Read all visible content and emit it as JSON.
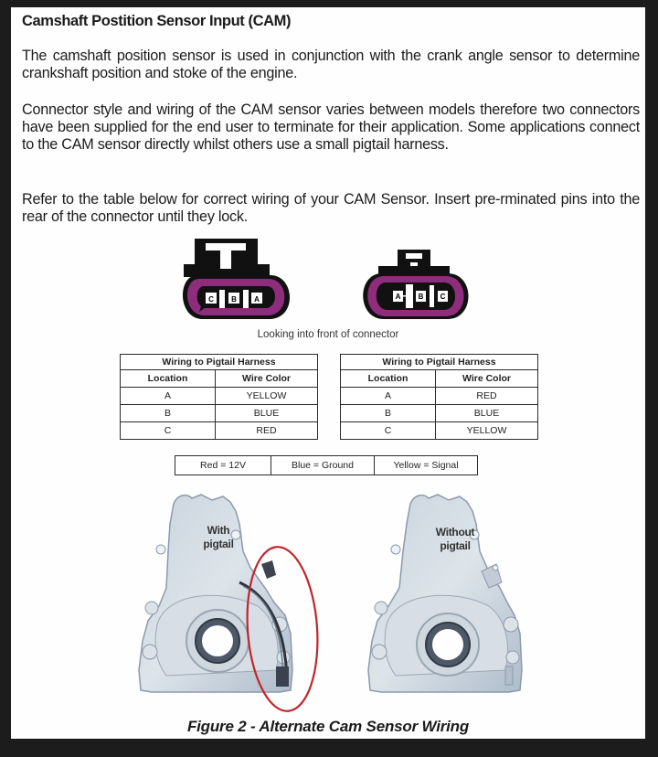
{
  "document": {
    "title": "Camshaft Postition Sensor Input (CAM)",
    "paragraphs": [
      "The camshaft position sensor is used in conjunction with the crank angle sensor to determine crankshaft position and stoke of the engine.",
      "Connector style and wiring of the CAM sensor varies between models therefore two connectors have been supplied for the end user to terminate for their application. Some applications connect to the CAM sensor directly whilst others use a small pigtail harness.",
      "Refer to the table below for correct wiring of your CAM Sensor. Insert pre-rminated pins into the rear of the connector until they lock."
    ]
  },
  "connectors": {
    "caption": "Looking into front of connector",
    "body_color": "#8e2d7c",
    "left": {
      "pins": [
        "C",
        "B",
        "A"
      ]
    },
    "right": {
      "pins": [
        "A",
        "B",
        "C"
      ]
    }
  },
  "tables": [
    {
      "title": "Wiring to Pigtail Harness",
      "headers": [
        "Location",
        "Wire Color"
      ],
      "rows": [
        [
          "A",
          "YELLOW"
        ],
        [
          "B",
          "BLUE"
        ],
        [
          "C",
          "RED"
        ]
      ]
    },
    {
      "title": "Wiring to Pigtail Harness",
      "headers": [
        "Location",
        "Wire Color"
      ],
      "rows": [
        [
          "A",
          "RED"
        ],
        [
          "B",
          "BLUE"
        ],
        [
          "C",
          "YELLOW"
        ]
      ]
    }
  ],
  "legend": [
    "Red = 12V",
    "Blue = Ground",
    "Yellow = Signal"
  ],
  "photos": {
    "left": {
      "label_line1": "With",
      "label_line2": "pigtail",
      "highlight_color": "#c0262c"
    },
    "right": {
      "label_line1": "Without",
      "label_line2": "pigtail"
    }
  },
  "figure_caption": "Figure 2 - Alternate Cam Sensor Wiring"
}
